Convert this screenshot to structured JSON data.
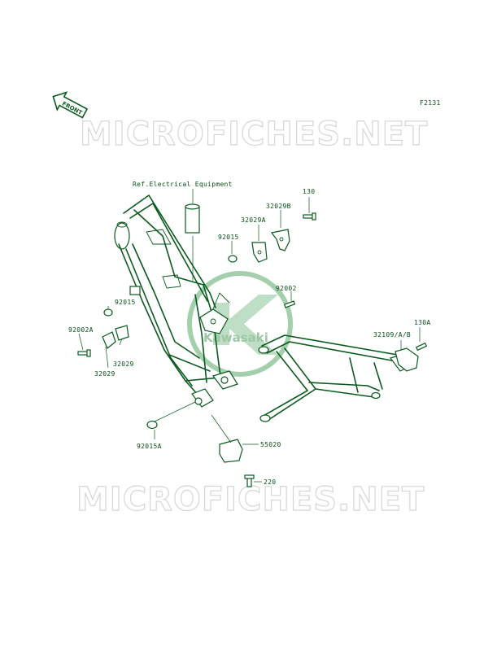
{
  "diagram_code": "F2131",
  "front_label": "FRONT",
  "watermark": "MICROFICHES.NET",
  "logo_text": "Kawasaki",
  "labels": {
    "ref_electrical": "Ref.Electrical Equipment",
    "p130": "130",
    "p32029b": "32029B",
    "p32029a": "32029A",
    "p92015_top": "92015",
    "p92002": "92002",
    "p92015_left": "92015",
    "p92002a": "92002A",
    "p32029_right": "32029",
    "p32029_left": "32029",
    "p130a": "130A",
    "p32109": "32109/A/B",
    "p92015a": "92015A",
    "p55020": "55020",
    "p220": "220"
  }
}
